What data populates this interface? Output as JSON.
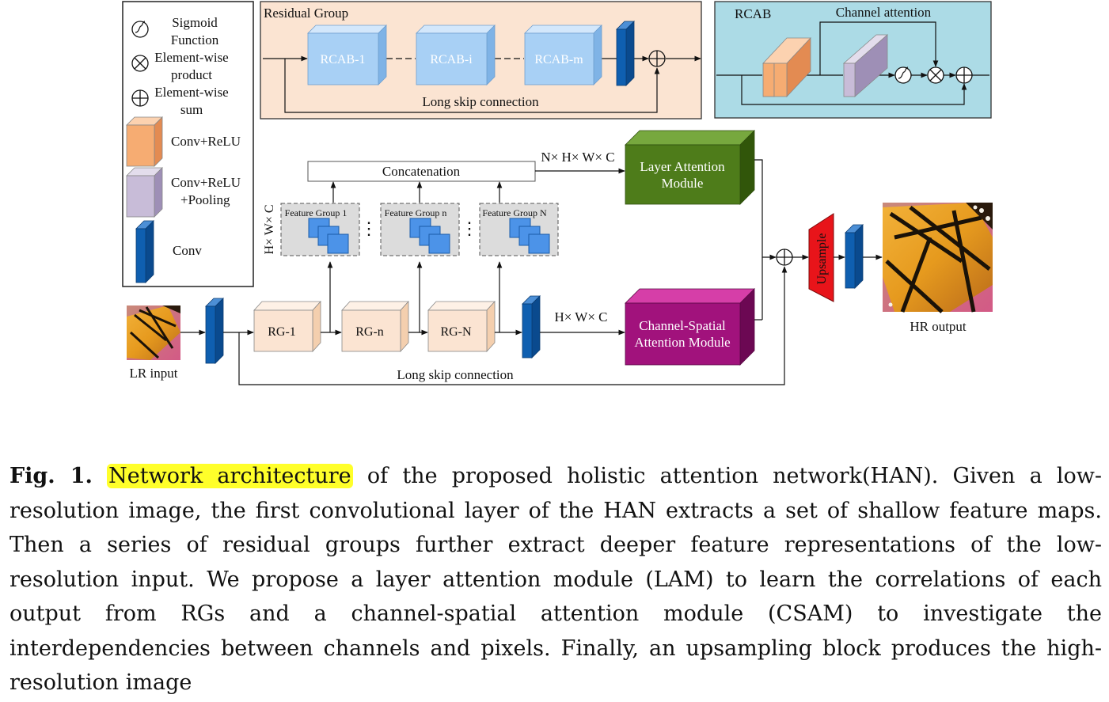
{
  "figure": {
    "legend": {
      "sigmoid_l1": "Sigmoid",
      "sigmoid_l2": "Function",
      "product_l1": "Element-wise",
      "product_l2": "product",
      "sum_l1": "Element-wise",
      "sum_l2": "sum",
      "conv_relu": "Conv+ReLU",
      "conv_relu_pool_l1": "Conv+ReLU",
      "conv_relu_pool_l2": "+Pooling",
      "conv": "Conv"
    },
    "residual_group": {
      "title": "Residual Group",
      "blocks": [
        "RCAB-1",
        "RCAB-i",
        "RCAB-m"
      ],
      "skip_label": "Long skip connection"
    },
    "rcab": {
      "title": "RCAB",
      "channel_attention": "Channel attention"
    },
    "main": {
      "concatenation": "Concatenation",
      "concat_dims": "N× H× W× C",
      "side_dims": "H× W× C",
      "feature_groups": [
        "Feature Group 1",
        "Feature Group n",
        "Feature Group N"
      ],
      "rg_blocks": [
        "RG-1",
        "RG-n",
        "RG-N"
      ],
      "csam_dims": "H× W× C",
      "lam_l1": "Layer Attention",
      "lam_l2": "Module",
      "csam_l1": "Channel-Spatial",
      "csam_l2": "Attention Module",
      "upsample": "Upsample",
      "lr_input": "LR input",
      "hr_output": "HR output",
      "skip_label": "Long skip connection",
      "dots": "⋮"
    },
    "colors": {
      "rcab_blue": "#a8d0f5",
      "conv_blue": "#0f5fb0",
      "residual_bg": "#fbe4d2",
      "rcab_bg": "#acdbe6",
      "conv_relu": "#f6ac72",
      "conv_relu_pool": "#c8bcd8",
      "lam_green": "#4e7c1a",
      "csam_magenta": "#a1127c",
      "upsample_red": "#e8141a",
      "highlight": "#ffff2a"
    }
  },
  "caption": {
    "label": "Fig. 1.",
    "highlight": "Network architecture",
    "body": " of the proposed holistic attention network(HAN). Given a low-resolution image, the first convolutional layer of the HAN extracts a set of shallow feature maps. Then a series of residual groups further extract deeper feature representations of the low-resolution input. We propose a layer attention module (LAM) to learn the correlations of each output from RGs and a channel-spatial attention module (CSAM) to investigate the interdependencies between channels and pixels. Finally, an upsampling block produces the high-resolution image"
  }
}
